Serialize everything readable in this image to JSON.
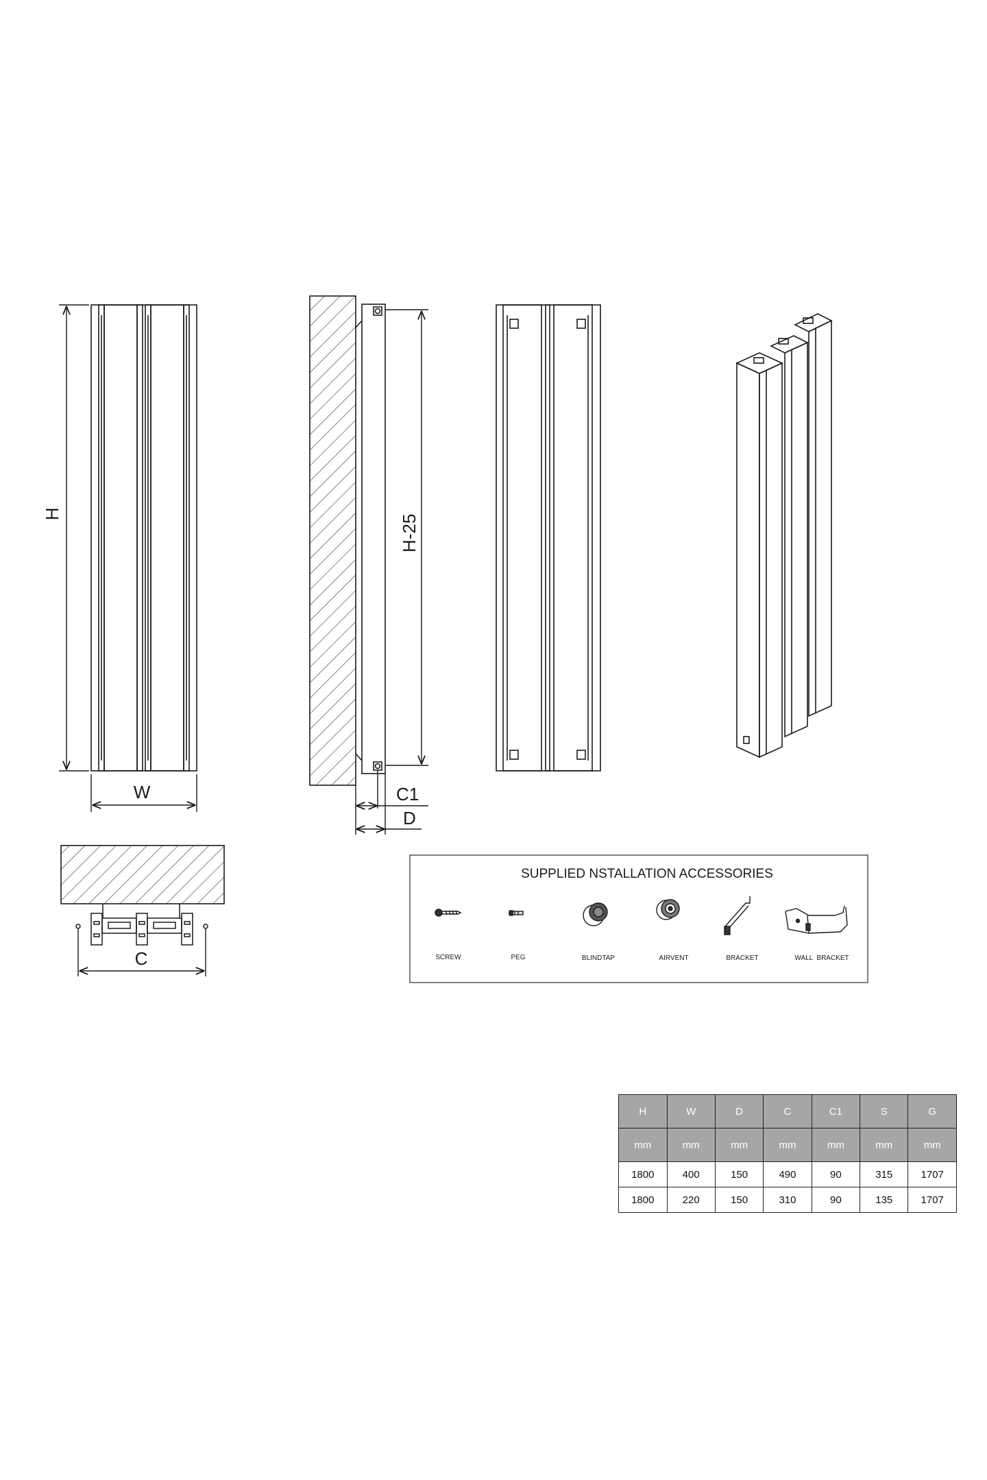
{
  "dimension_labels": {
    "height": "H",
    "width": "W",
    "height_minus": "H-25",
    "c1": "C1",
    "depth": "D",
    "centres": "C"
  },
  "accessories": {
    "title": "SUPPLIED NSTALLATION ACCESSORIES",
    "items": [
      {
        "label": "SCREW",
        "icon": "screw-icon"
      },
      {
        "label": "PEG",
        "icon": "peg-icon"
      },
      {
        "label": "BLINDTAP",
        "icon": "blindtap-icon"
      },
      {
        "label": "AIRVENT",
        "icon": "airvent-icon"
      },
      {
        "label": "BRACKET",
        "icon": "bracket-icon"
      },
      {
        "label": "WALL  BRACKET",
        "icon": "wall-bracket-icon"
      }
    ]
  },
  "spec_table": {
    "headers": [
      "H",
      "W",
      "D",
      "C",
      "C1",
      "S",
      "G"
    ],
    "units": [
      "mm",
      "mm",
      "mm",
      "mm",
      "mm",
      "mm",
      "mm"
    ],
    "rows": [
      [
        "1800",
        "400",
        "150",
        "490",
        "90",
        "315",
        "1707"
      ],
      [
        "1800",
        "220",
        "150",
        "310",
        "90",
        "135",
        "1707"
      ]
    ]
  },
  "colors": {
    "line": "#1a1a1a",
    "table_header": "#a6a6a6",
    "table_header_text": "#ffffff"
  }
}
